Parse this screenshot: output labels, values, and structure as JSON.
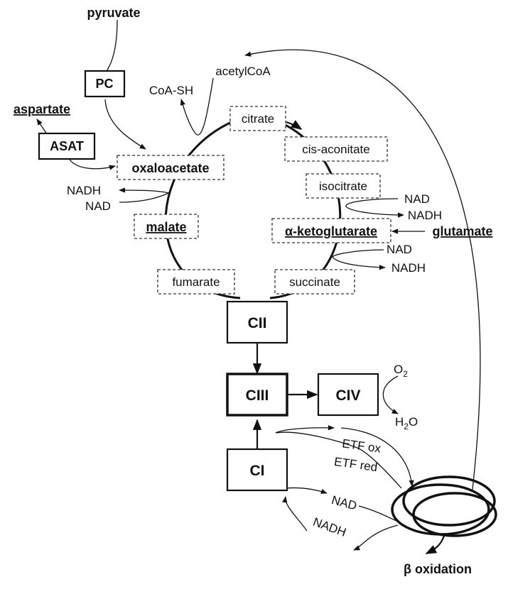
{
  "colors": {
    "ink": "#111111",
    "background": "#ffffff"
  },
  "substrates": {
    "pyruvate": "pyruvate",
    "acetylcoa": "acetylCoA",
    "coa_sh": "CoA-SH",
    "aspartate": "aspartate",
    "glutamate": "glutamate",
    "beta_oxidation": "β oxidation"
  },
  "enzymes": {
    "pc": "PC",
    "asat": "ASAT"
  },
  "tca": {
    "citrate": "citrate",
    "cis_aconitate": "cis-aconitate",
    "isocitrate": "isocitrate",
    "alpha_ketoglutarate": "α-ketoglutarate",
    "succinate": "succinate",
    "fumarate": "fumarate",
    "malate": "malate",
    "oxaloacetate": "oxaloacetate"
  },
  "cofactors": {
    "nadh_malate": "NADH",
    "nad_malate": "NAD",
    "nad_isocitrate": "NAD",
    "nadh_isocitrate": "NADH",
    "nad_akg": "NAD",
    "nadh_akg": "NADH",
    "etf_ox": "ETF ox",
    "etf_red": "ETF red",
    "nad_ci": "NAD",
    "nadh_ci": "NADH"
  },
  "complexes": {
    "cii": "CII",
    "ciii": "CIII",
    "civ": "CIV",
    "ci": "CI"
  },
  "oxygen": {
    "o": "O",
    "o_sub": "2",
    "h": "H",
    "h_sub": "2",
    "water_o": "O"
  }
}
